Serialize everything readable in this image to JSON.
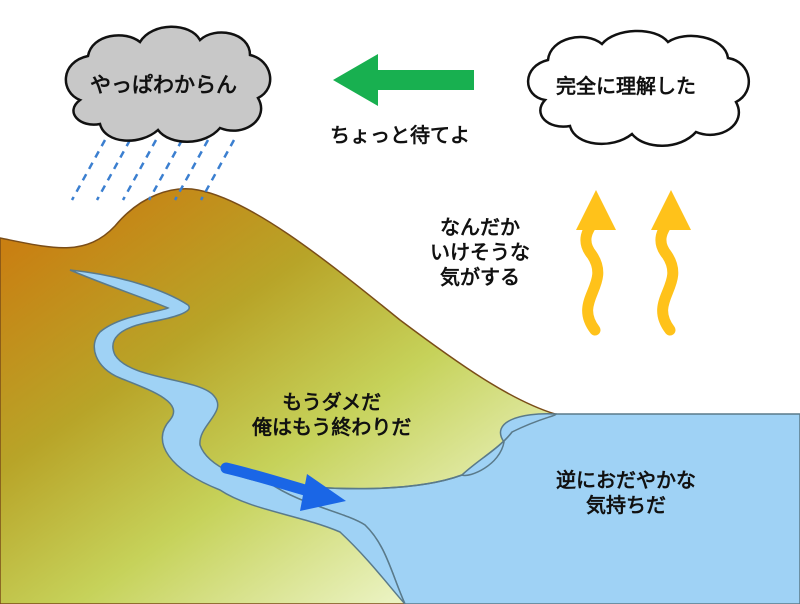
{
  "clouds": {
    "rain_label": "やっぱわからん",
    "understood_label": "完全に理解した"
  },
  "arrow_label": "ちょっと待てよ",
  "rising_label": [
    "なんだか",
    "いけそうな",
    "気がする"
  ],
  "despair_label": [
    "もうダメだ",
    "俺はもう終わりだ"
  ],
  "calm_label": [
    "逆におだやかな",
    "気持ちだ"
  ],
  "colors": {
    "sky": "#ffffff",
    "hill_dark": "#cc8a1a",
    "hill_light": "#e7f0b5",
    "hill_outline": "#7a4d18",
    "river": "#9fd2f5",
    "river_outline": "#5a7a8a",
    "lake": "#9fd2f5",
    "rain_cloud": "#c8c8c8",
    "rain_drops": "#3b7fd0",
    "left_arrow": "#18b050",
    "flow_arrow": "#1a66e6",
    "rising_arrows": "#ffc21a"
  }
}
